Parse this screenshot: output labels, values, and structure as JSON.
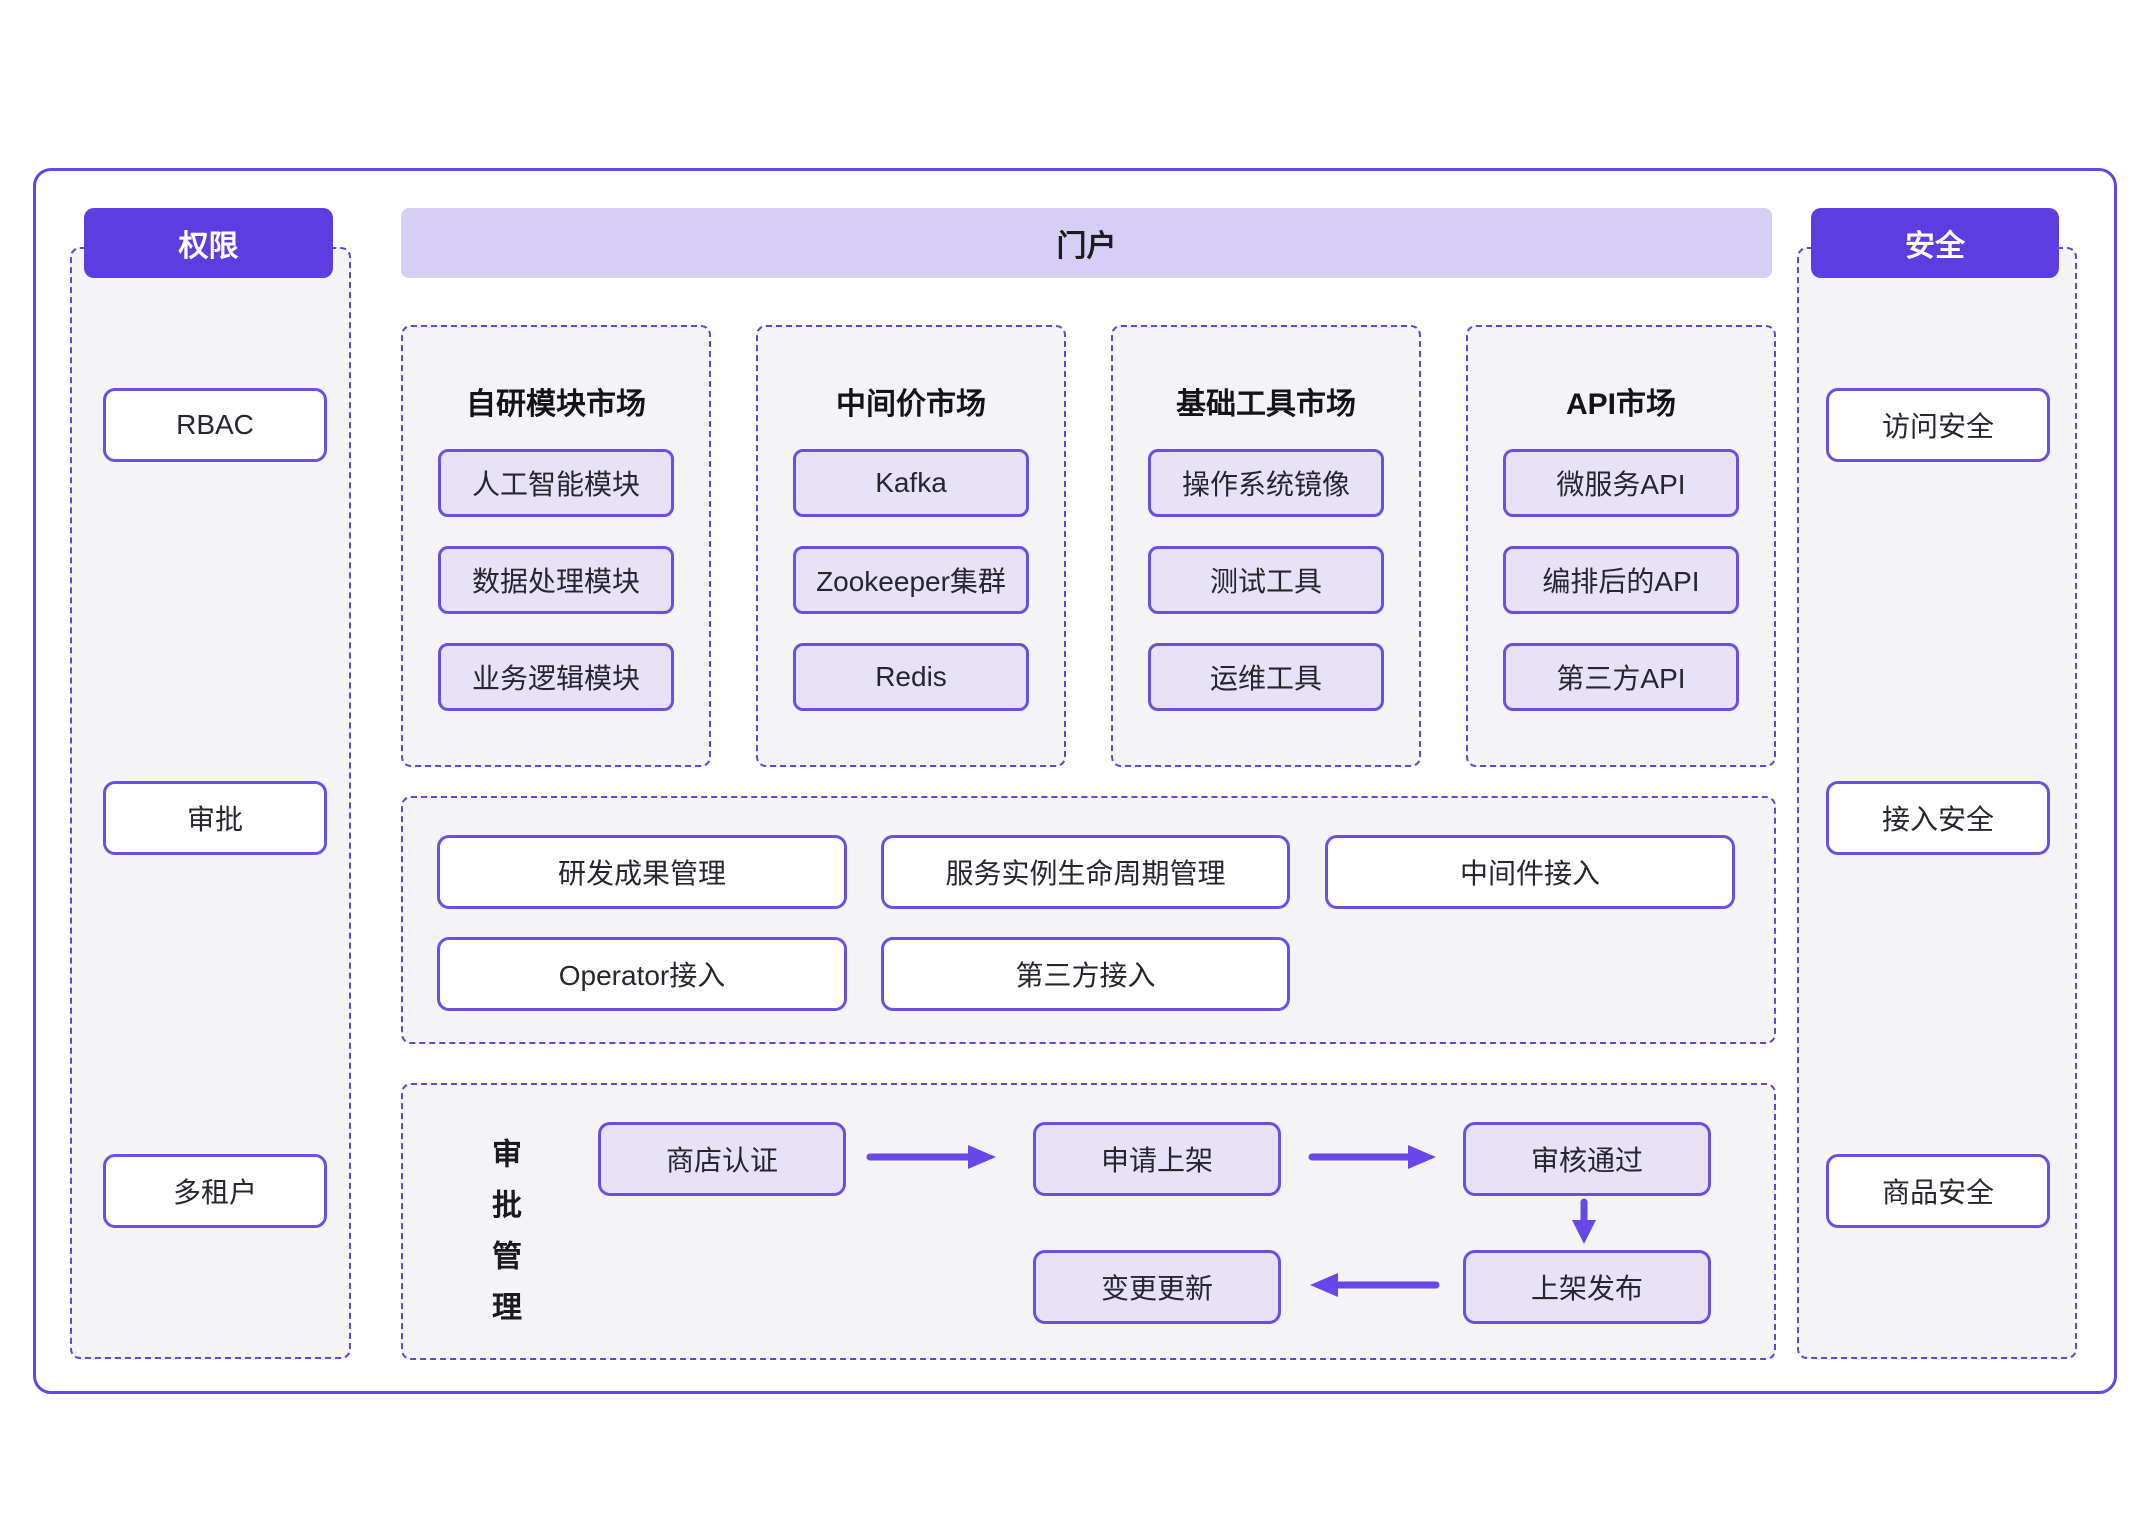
{
  "colors": {
    "accent_purple": "#5B3DE0",
    "outer_border": "#6345E2",
    "dashed_border": "#584AD4",
    "box_border": "#6C4FE0",
    "lavender_box_bg": "#E7E2F8",
    "portal_header_bg": "#D6CEF5",
    "section_bg": "#F4F4F7",
    "arrow": "#6847EA"
  },
  "left_panel": {
    "header": "权限",
    "items": [
      "RBAC",
      "审批",
      "多租户"
    ]
  },
  "portal": {
    "header": "门户",
    "markets": [
      {
        "title": "自研模块市场",
        "items": [
          "人工智能模块",
          "数据处理模块",
          "业务逻辑模块"
        ]
      },
      {
        "title": "中间价市场",
        "items": [
          "Kafka",
          "Zookeeper集群",
          "Redis"
        ]
      },
      {
        "title": "基础工具市场",
        "items": [
          "操作系统镜像",
          "测试工具",
          "运维工具"
        ]
      },
      {
        "title": "API市场",
        "items": [
          "微服务API",
          "编排后的API",
          "第三方API"
        ]
      }
    ],
    "management": {
      "row1": [
        "研发成果管理",
        "服务实例生命周期管理",
        "中间件接入"
      ],
      "row2": [
        "Operator接入",
        "第三方接入"
      ]
    },
    "approval": {
      "vertical_label": "审批管理",
      "nodes": {
        "store_cert": "商店认证",
        "apply": "申请上架",
        "approved": "审核通过",
        "publish": "上架发布",
        "update": "变更更新"
      }
    }
  },
  "right_panel": {
    "header": "安全",
    "items": [
      "访问安全",
      "接入安全",
      "商品安全"
    ]
  }
}
